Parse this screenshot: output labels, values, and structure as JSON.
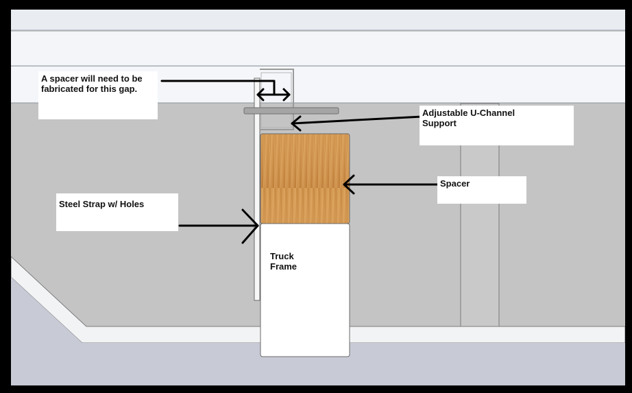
{
  "labels": {
    "spacer_gap": "A spacer will need to be fabricated for this gap.",
    "u_channel": "Adjustable U-Channel Support",
    "spacer": "Spacer",
    "steel_strap": "Steel Strap w/ Holes",
    "truck_frame": "Truck Frame"
  },
  "colors": {
    "background_panel": "#c3c3c3",
    "ceiling": "#eef1f5",
    "wood_light": "#d9a25a",
    "wood_dark": "#b87832",
    "floor": "#c8cad6",
    "outline": "#6a6a6a"
  }
}
